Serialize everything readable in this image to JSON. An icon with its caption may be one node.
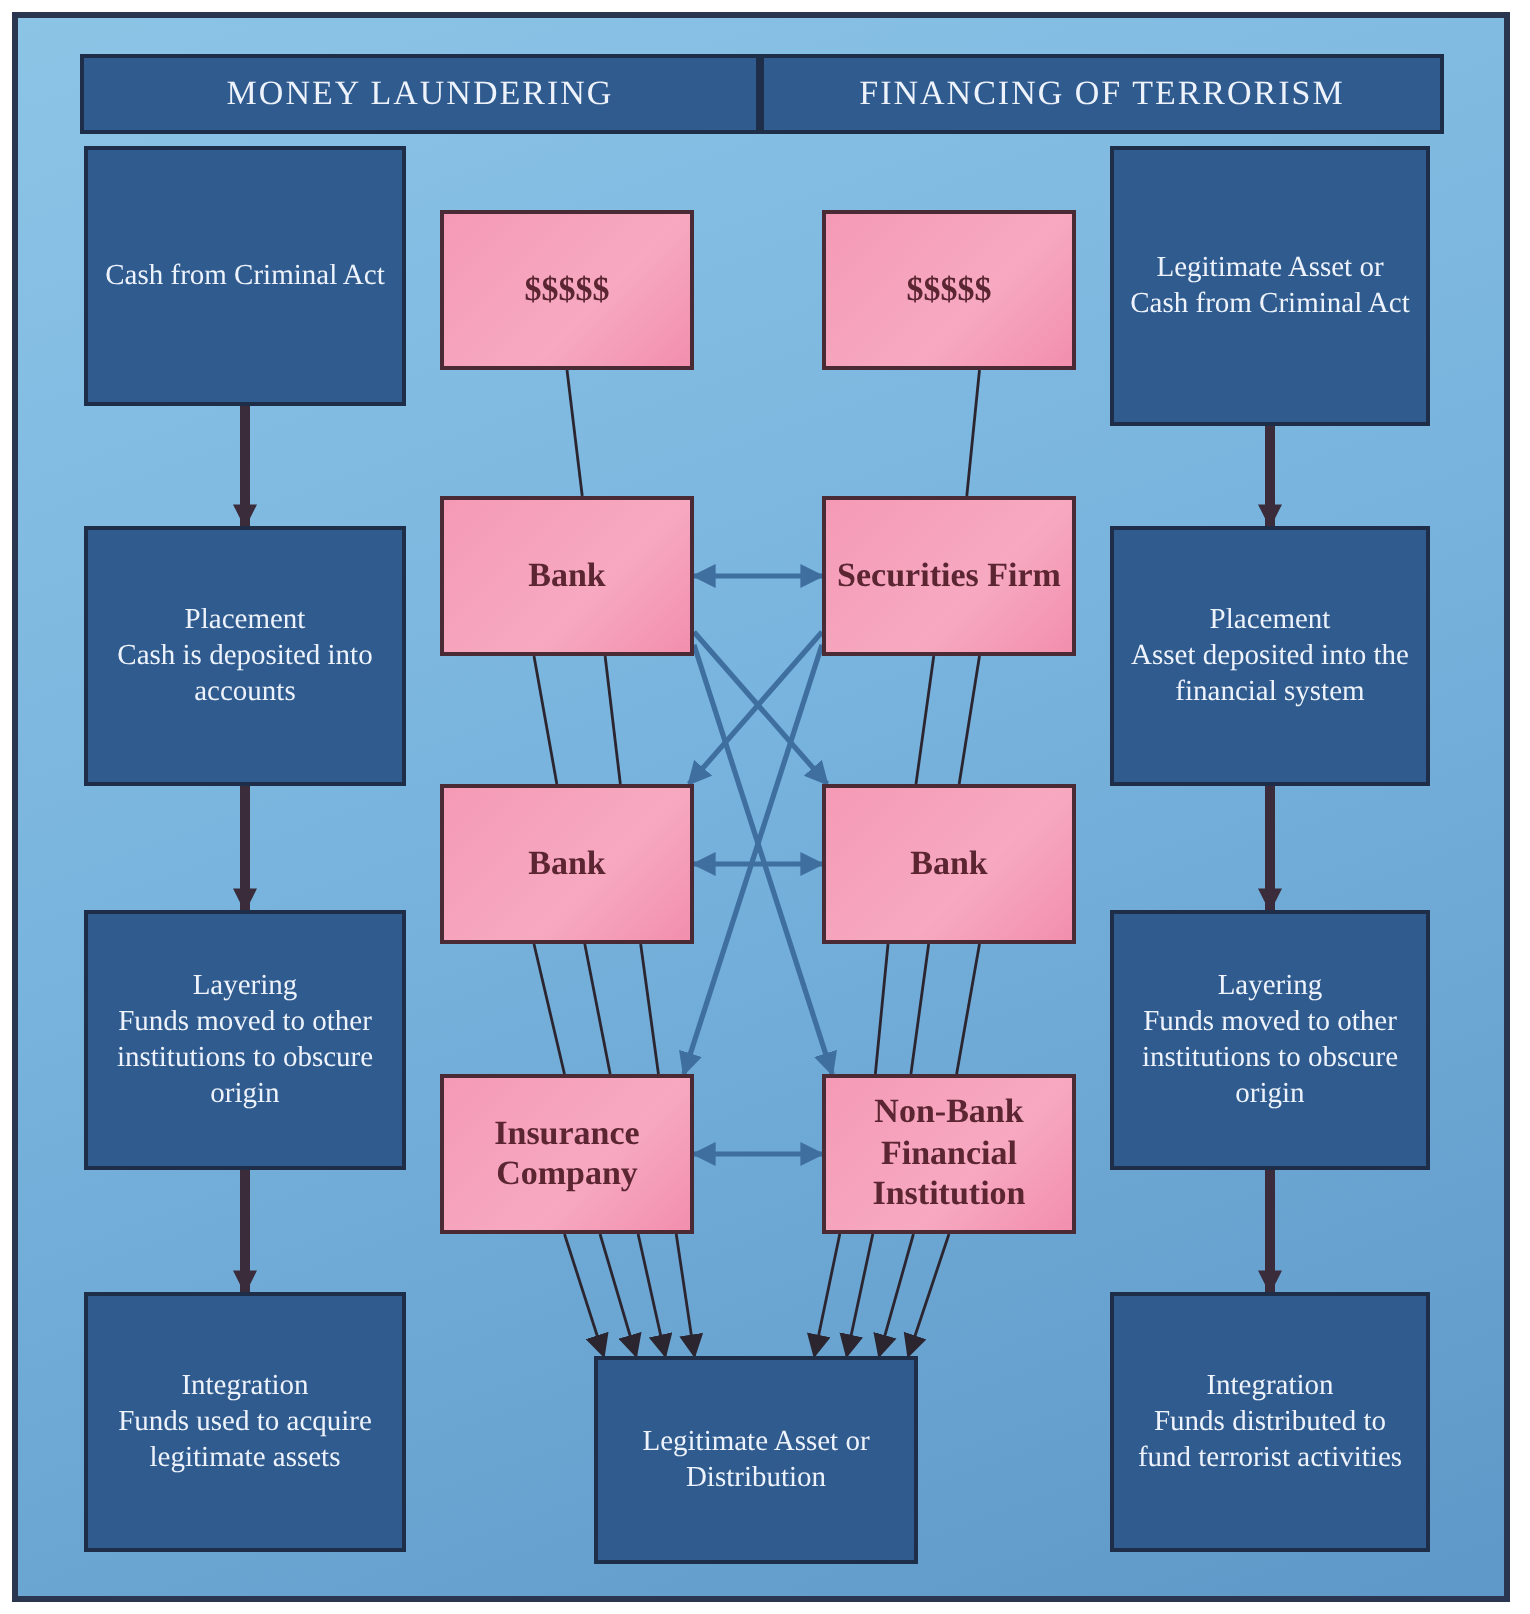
{
  "diagram": {
    "nodes": [
      {
        "text": [
          "MONEY LAUNDERING"
        ]
      },
      {
        "text": [
          "FINANCING OF TERRORISM"
        ]
      },
      {
        "text": [
          "Cash from Criminal Act"
        ]
      },
      {
        "text": [
          "Placement",
          "Cash is deposited into accounts"
        ]
      },
      {
        "text": [
          "Layering",
          "Funds moved to other institutions to obscure origin"
        ]
      },
      {
        "text": [
          "Integration",
          "Funds used to acquire legitimate assets"
        ]
      },
      {
        "text": [
          "Legitimate Asset or Cash from Criminal Act"
        ]
      },
      {
        "text": [
          "Placement",
          "Asset deposited into the financial system"
        ]
      },
      {
        "text": [
          "Layering",
          "Funds moved to other institutions to obscure origin"
        ]
      },
      {
        "text": [
          "Integration",
          "Funds distributed to fund terrorist activities"
        ]
      },
      {
        "text": [
          "$$$$$"
        ]
      },
      {
        "text": [
          "Bank"
        ]
      },
      {
        "text": [
          "Bank"
        ]
      },
      {
        "text": [
          "Insurance Company"
        ]
      },
      {
        "text": [
          "$$$$$"
        ]
      },
      {
        "text": [
          "Securities Firm"
        ]
      },
      {
        "text": [
          "Bank"
        ]
      },
      {
        "text": [
          "Non-Bank Financial Institution"
        ]
      },
      {
        "text": [
          "Legitimate Asset or Distribution"
        ]
      }
    ],
    "edges": [
      {
        "from": 2,
        "to": 3,
        "arrow": "to",
        "style": "thick"
      },
      {
        "from": 3,
        "to": 4,
        "arrow": "to",
        "style": "thick"
      },
      {
        "from": 4,
        "to": 5,
        "arrow": "to",
        "style": "thick"
      },
      {
        "from": 6,
        "to": 7,
        "arrow": "to",
        "style": "thick"
      },
      {
        "from": 7,
        "to": 8,
        "arrow": "to",
        "style": "thick"
      },
      {
        "from": 8,
        "to": 9,
        "arrow": "to",
        "style": "thick"
      },
      {
        "from": 10,
        "to": 11,
        "arrow": "none"
      },
      {
        "from": 11,
        "to": 12,
        "arrow": "none"
      },
      {
        "from": 11,
        "to": 12,
        "arrow": "none"
      },
      {
        "from": 12,
        "to": 13,
        "arrow": "none"
      },
      {
        "from": 12,
        "to": 13,
        "arrow": "none"
      },
      {
        "from": 12,
        "to": 13,
        "arrow": "none"
      },
      {
        "from": 13,
        "to": 18,
        "arrow": "to"
      },
      {
        "from": 13,
        "to": 18,
        "arrow": "to"
      },
      {
        "from": 13,
        "to": 18,
        "arrow": "to"
      },
      {
        "from": 13,
        "to": 18,
        "arrow": "to"
      },
      {
        "from": 14,
        "to": 15,
        "arrow": "none"
      },
      {
        "from": 15,
        "to": 16,
        "arrow": "none"
      },
      {
        "from": 15,
        "to": 16,
        "arrow": "none"
      },
      {
        "from": 16,
        "to": 17,
        "arrow": "none"
      },
      {
        "from": 16,
        "to": 17,
        "arrow": "none"
      },
      {
        "from": 16,
        "to": 17,
        "arrow": "none"
      },
      {
        "from": 17,
        "to": 18,
        "arrow": "to"
      },
      {
        "from": 17,
        "to": 18,
        "arrow": "to"
      },
      {
        "from": 17,
        "to": 18,
        "arrow": "to"
      },
      {
        "from": 17,
        "to": 18,
        "arrow": "to"
      },
      {
        "from": 11,
        "to": 15,
        "arrow": "both",
        "color": "#3f6f9f"
      },
      {
        "from": 12,
        "to": 16,
        "arrow": "both",
        "color": "#3f6f9f"
      },
      {
        "from": 13,
        "to": 17,
        "arrow": "both",
        "color": "#3f6f9f"
      },
      {
        "from": 11,
        "to": 16,
        "arrow": "to",
        "color": "#3f6f9f"
      },
      {
        "from": 11,
        "to": 17,
        "arrow": "to",
        "color": "#3f6f9f"
      },
      {
        "from": 15,
        "to": 12,
        "arrow": "to",
        "color": "#3f6f9f"
      },
      {
        "from": 15,
        "to": 13,
        "arrow": "to",
        "color": "#3f6f9f"
      }
    ]
  }
}
